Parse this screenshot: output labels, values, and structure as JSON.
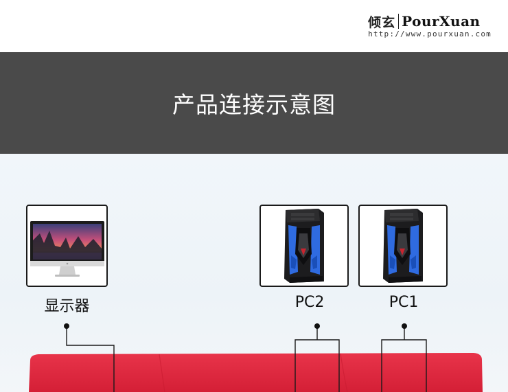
{
  "header": {
    "logo_cn": "倾玄",
    "logo_en": "PourXuan",
    "logo_url": "http://www.pourxuan.com"
  },
  "banner": {
    "title": "产品连接示意图"
  },
  "devices": {
    "monitor": {
      "label": "显示器",
      "icon": "monitor-icon"
    },
    "pc2": {
      "label": "PC2",
      "icon": "pc-tower-icon"
    },
    "pc1": {
      "label": "PC1",
      "icon": "pc-tower-icon"
    }
  },
  "colors": {
    "banner_bg": "#4a4a4a",
    "switch_red": "#e0283c",
    "tower_accent": "#2f6be0"
  }
}
